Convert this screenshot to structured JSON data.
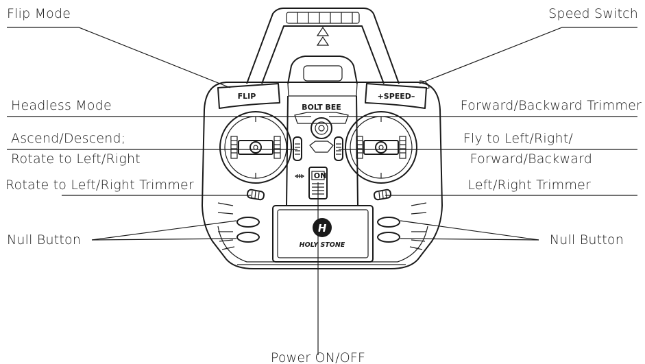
{
  "labels": {
    "flip_mode": "Flip Mode",
    "speed_switch": "Speed Switch",
    "headless_mode": "Headless Mode",
    "fb_trimmer": "Forward/Backward Trimmer",
    "ascend_line1": "Ascend/Descend;",
    "ascend_line2": "Rotate to Left/Right",
    "fly_line1": "Fly to Left/Right/",
    "fly_line2": "Forward/Backward",
    "rotate_trimmer": "Rotate to Left/Right Trimmer",
    "lr_trimmer": "Left/Right Trimmer",
    "null_button_left": "Null Button",
    "null_button_right": "Null Button",
    "power": "Power ON/OFF"
  },
  "controller": {
    "flip_button": "FLIP",
    "speed_button": "+SPEED–",
    "model_name": "BOLT BEE",
    "brand": "HOLY STONE",
    "power_switch": "ON"
  }
}
